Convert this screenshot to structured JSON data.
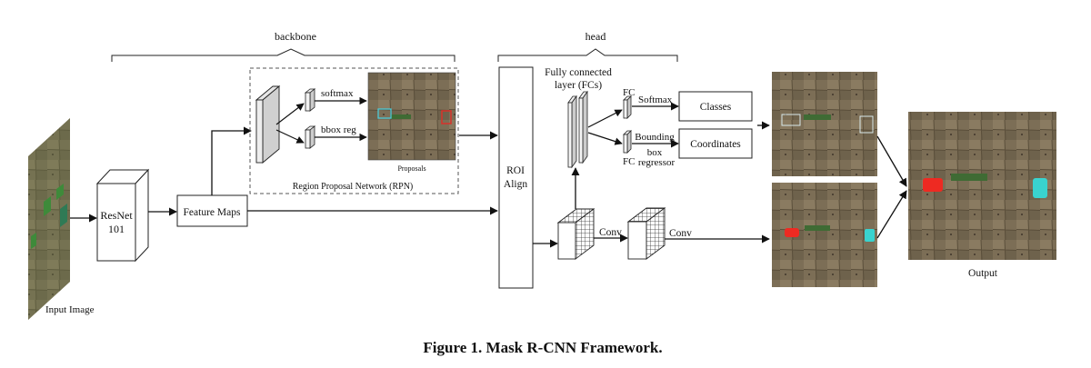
{
  "labels": {
    "backbone": "backbone",
    "head": "head",
    "input_image": "Input Image",
    "resnet_line1": "ResNet",
    "resnet_line2": "101",
    "feature_maps": "Feature Maps",
    "softmax_rpn": "softmax",
    "bbox_reg": "bbox reg",
    "proposals": "Proposals",
    "rpn": "Region Proposal Network (RPN)",
    "roi_line1": "ROI",
    "roi_line2": "Align",
    "fc_layer_line1": "Fully connected",
    "fc_layer_line2": "layer (FCs)",
    "fc_top": "FC",
    "fc_bottom": "FC",
    "softmax_head": "Softmax",
    "bounding_line1": "Bounding",
    "bounding_line2": "box",
    "bounding_line3": "regressor",
    "classes": "Classes",
    "coordinates": "Coordinates",
    "conv1": "Conv",
    "conv2": "Conv",
    "output": "Output"
  },
  "caption": "Figure 1. Mask R-CNN Framework.",
  "colors": {
    "stroke": "#222222",
    "field_dark": "#5e5340",
    "field_mid": "#7c6e56",
    "field_light": "#958870",
    "vegetation": "#3f6b34",
    "box_cyan": "#4cc9d6",
    "box_red": "#d8322a",
    "mask_red": "#ee2a22",
    "mask_cyan": "#39d3cf"
  }
}
